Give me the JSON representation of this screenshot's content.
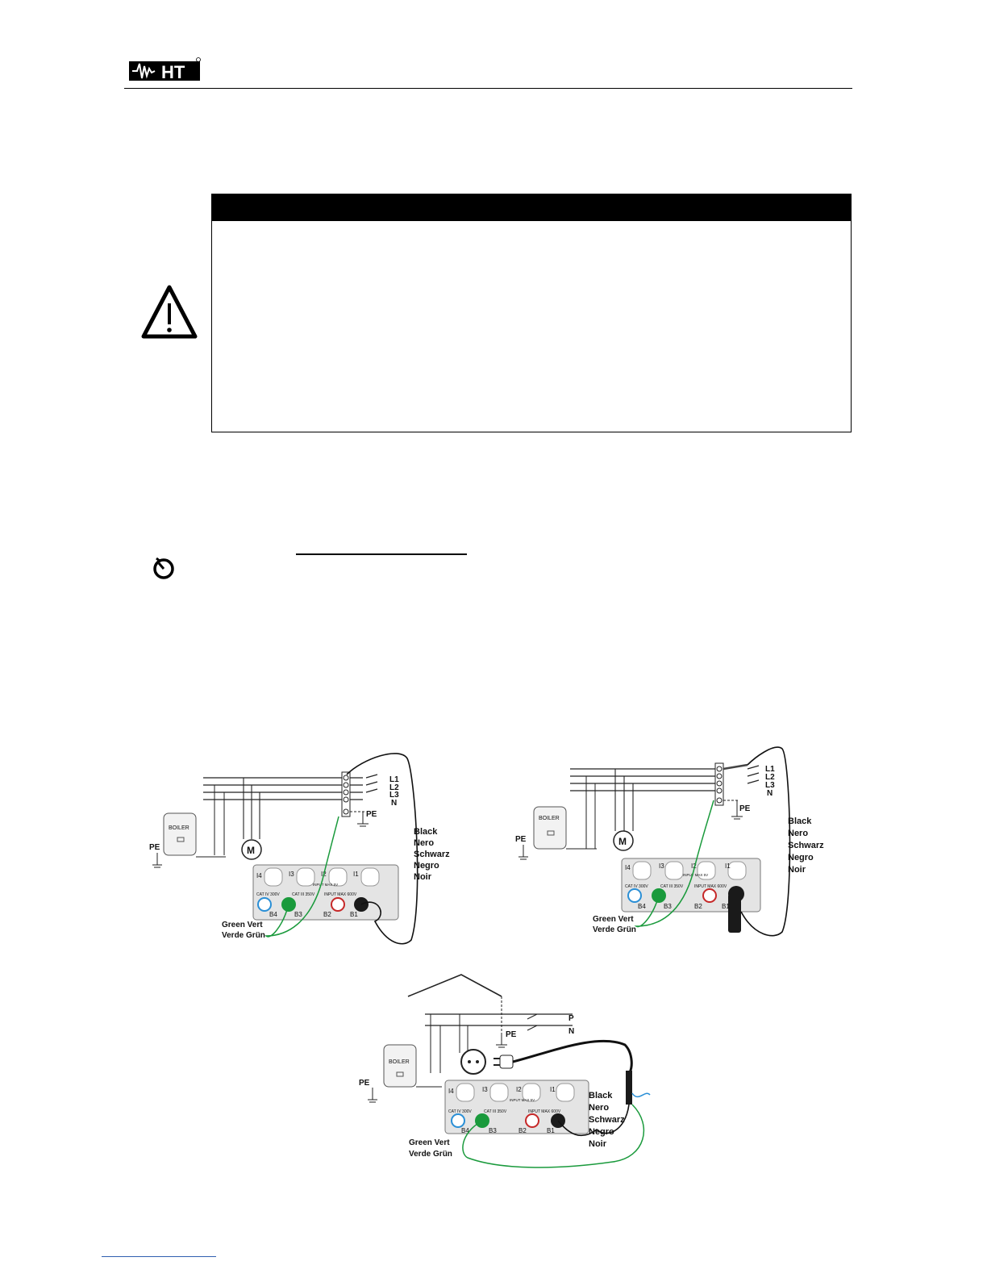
{
  "brand": {
    "logo_text": "HT"
  },
  "warning_box": {
    "icon": "warning-triangle-icon"
  },
  "timer": {
    "icon": "timer-icon"
  },
  "diagram1": {
    "lines": [
      "L1",
      "L2",
      "L3",
      "N"
    ],
    "pe": "PE",
    "boiler": "BOILER",
    "motor": "M",
    "black_labels": [
      "Black",
      "Nero",
      "Schwarz",
      "Negro",
      "Noir"
    ],
    "green_labels": [
      "Green  Vert",
      "Verde  Grün"
    ],
    "slots": [
      "I4",
      "I3",
      "I2",
      "I1"
    ],
    "input_max_5v": "INPUT MAX 5V",
    "cat_iv": "CAT IV 300V",
    "cat_iii": "CAT III 350V",
    "input_max_600": "INPUT MAX 600V",
    "terminals": [
      "B4",
      "B3",
      "B2",
      "B1"
    ]
  },
  "diagram2": {
    "lines": [
      "L1",
      "L2",
      "L3",
      "N"
    ],
    "pe": "PE",
    "boiler": "BOILER",
    "motor": "M",
    "black_labels": [
      "Black",
      "Nero",
      "Schwarz",
      "Negro",
      "Noir"
    ],
    "green_labels": [
      "Green  Vert",
      "Verde  Grün"
    ],
    "slots": [
      "I4",
      "I3",
      "I2",
      "I1"
    ],
    "input_max_5v": "INPUT MAX 5V",
    "cat_iv": "CAT IV 300V",
    "cat_iii": "CAT III 350V",
    "input_max_600": "INPUT MAX 600V",
    "terminals": [
      "B4",
      "B3",
      "B2",
      "B1"
    ]
  },
  "diagram3": {
    "lines": [
      "P",
      "N"
    ],
    "pe": "PE",
    "boiler": "BOILER",
    "black_labels": [
      "Black",
      "Nero",
      "Schwarz",
      "Negro",
      "Noir"
    ],
    "green_labels": [
      "Green  Vert",
      "Verde  Grün"
    ],
    "slots": [
      "I4",
      "I3",
      "I2",
      "I1"
    ],
    "input_max_5v": "INPUT MAX 5V",
    "cat_iv": "CAT IV 300V",
    "cat_iii": "CAT III 350V",
    "input_max_600": "INPUT MAX 600V",
    "terminals": [
      "B4",
      "B3",
      "B2",
      "B1"
    ]
  }
}
